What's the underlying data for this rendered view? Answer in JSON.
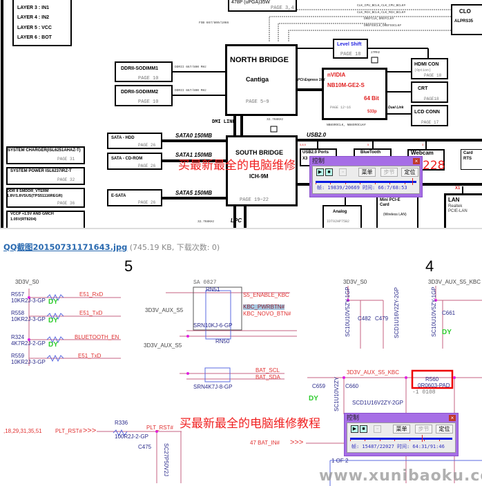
{
  "top_schematic": {
    "layers": [
      "LAYER 3 : IN1",
      "LAYER 4 : IN2",
      "LAYER 5 : VCC",
      "LAYER 6 : BOT"
    ],
    "cpu": {
      "label": "478P (uPGA)35W",
      "page": "PAGE 3,4"
    },
    "fsb": "FSB 667/800/1066",
    "north_bridge": {
      "title": "NORTH BRIDGE",
      "chip": "Cantiga",
      "page": "PAGE 5~9"
    },
    "sodimm1": {
      "title": "DDRII-SODIMM1",
      "page": "PAGE 10",
      "bus": "DDRII 667/800 MHz"
    },
    "sodimm2": {
      "title": "DDRII-SODIMM2",
      "page": "PAGE 10",
      "bus": "DDRII 667/800 MHz"
    },
    "clocks": [
      "CLK_CPU_BCLK,CLK_CPU_BCLK#",
      "CLK_MCH_BCLK,CLK_MCH_BCLK#",
      "DREFCLK,DREFCLK#",
      "DREFSSCLK,DREFSSCLK#"
    ],
    "clock_gen": {
      "title": "CLO",
      "chip": "ALPRS35"
    },
    "level_shift": {
      "title": "Level Shift",
      "page": "PAGE 18"
    },
    "freq_27": "27MHz",
    "gpu": {
      "brand": "nVIDIA",
      "model": "NB10M-GE2-S",
      "bits": "64 Bit",
      "page": "PAGE 12~16",
      "pkg": "533p"
    },
    "pcie": "PCI-Express 16X",
    "hdmi": {
      "title": "HDMI CON",
      "note": "(Option)",
      "page": "PAGE 18"
    },
    "crt": {
      "title": "CRT",
      "page": "PAGE18"
    },
    "lcd": {
      "title": "LCD CONN",
      "page": "PAGE 17"
    },
    "dual_link": "Dual Link",
    "dmi": "DMI LINK",
    "xtal": "32.768KHz",
    "nbsro": "NB8SROCLK, NB8SROCLK#",
    "south_bridge": {
      "title": "SOUTH BRIDGE",
      "chip": "ICH-9M",
      "page": "PAGE 19~22"
    },
    "sata_hdd": {
      "title": "SATA - HDD",
      "page": "PAGE 26",
      "bus": "SATA0 150MB"
    },
    "sata_cd": {
      "title": "SATA - CD-ROM",
      "page": "PAGE 26",
      "bus": "SATA1 150MB"
    },
    "esata": {
      "title": "E-SATA",
      "page": "PAGE 26",
      "bus": "SATA5 150MB"
    },
    "usb": "USB2.0",
    "usb_ports": {
      "title": "USB2.0 Ports",
      "sub": "X3",
      "ports": "0,8,9"
    },
    "bluetooth": {
      "title": "BlueTooth",
      "ports": "5"
    },
    "webcam": {
      "title": "Webcam",
      "ports": "3"
    },
    "card": {
      "title": "Card",
      "chip": "RTS"
    },
    "power": [
      {
        "title": "SYSTEM CHARGER(ISL6251AHAZ-T)",
        "page": "PAGE 31"
      },
      {
        "title": "SYSTEM POWER ISL6237IRZ-T",
        "page": "PAGE 32"
      },
      {
        "title": "DDR II SMDDR_VTERM",
        "title2": "1.8V/1.8VSUS(TPS51116REGR)",
        "page": "PAGE 36"
      },
      {
        "title": "VCCP +1.5V AND GMCH",
        "title2": "1.05V(RT8204)"
      }
    ],
    "lpc": "LPC",
    "analog": {
      "title": "Analog",
      "chip": "IDT92HP75B2"
    },
    "minipcie": {
      "title": "Mini PCI-E",
      "title2": "Card",
      "note": "(Wireless LAN)"
    },
    "lan": {
      "title": "LAN",
      "brand": "Realtek",
      "chip": "PCIE-LAN",
      "x": "X1"
    },
    "watermark": "买最新最全的电脑维修",
    "watermark_tail": "228"
  },
  "player1": {
    "title": "控制",
    "close": "×",
    "menu": "菜单",
    "step": "步节",
    "locate": "定位",
    "status": "帧: 19839/20669 时间: 66:7/68:53",
    "progress": 0.96
  },
  "attachment": {
    "filename": "QQ截图20150731171643.jpg",
    "meta": "(745.19 KB, 下载次数: 0)"
  },
  "bottom_schematic": {
    "sheet_left": "5",
    "sheet_right": "4",
    "rail_s0": "3D3V_S0",
    "resistors": [
      {
        "ref": "R557",
        "val": "10KR2J-3-GP",
        "net": "E51_RxD"
      },
      {
        "ref": "R558",
        "val": "10KR2J-3-GP",
        "net": "E51_TxD"
      },
      {
        "ref": "R324",
        "val": "4K7R2J-2-GP",
        "net": "BLUETOOTH_EN"
      },
      {
        "ref": "R559",
        "val": "10KR2J-3-GP",
        "net": "E51_TxD"
      }
    ],
    "dy": "DY",
    "sa": "SA 0827",
    "rn51": {
      "ref": "RN51",
      "val": "SRN10KJ-6-GP",
      "nets": [
        "S5_ENABLE_KBC",
        "KBC_PWRBTN#",
        "KBC_NOVO_BTN#"
      ]
    },
    "rail_aux": "3D3V_AUX_S5",
    "rn50": {
      "ref": "RN50",
      "val": "SRN4K7J-8-GP",
      "nets": [
        "BAT_SCL",
        "BAT_SDA"
      ]
    },
    "rail_aux_kbc": "3D3V_AUX_S5_KBC",
    "caps": [
      {
        "ref": "C482",
        "val": "SC10U10V5ZY-1GP"
      },
      {
        "ref": "C479",
        "val": "SCD1U16V2ZY-2GP"
      },
      {
        "ref": "C661",
        "val": "SC10U10V5ZY-1GP"
      },
      {
        "ref": "C659",
        "val": "SC1U10V2ZY"
      },
      {
        "ref": "C660",
        "val": "SCD1U16V2ZY-2GP"
      }
    ],
    "r560": {
      "ref": "R560",
      "val": "0R0603-PAD",
      "note": "-1 0108"
    },
    "plt": {
      "pages": ",18,29,31,35,51",
      "net": "PLT_RST#",
      "r": "R336",
      "rval": "100R2J-2-GP",
      "c": "C475",
      "cval": "SC27P50V2J"
    },
    "bat_in": "47  BAT_IN#",
    "one_of_two": "1 OF 2",
    "watermark": "买最新最全的电脑维修教程",
    "site": "www.xunibaoku.com"
  },
  "player2": {
    "title": "控制",
    "close": "×",
    "menu": "菜单",
    "step": "步节",
    "locate": "定位",
    "status": "帧: 15487/22027 时间: 64:31/91:46",
    "progress": 0.7
  }
}
